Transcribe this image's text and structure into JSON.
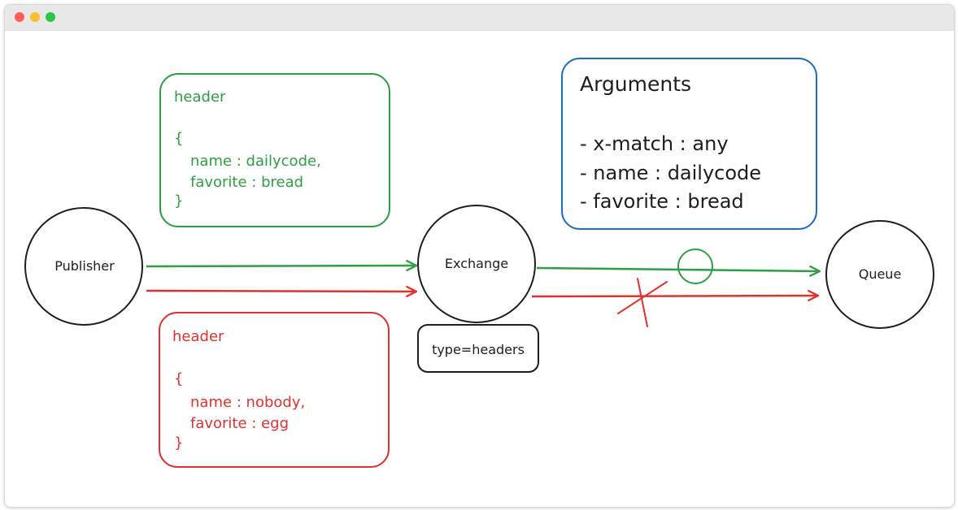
{
  "colors": {
    "green": "#2f9e44",
    "red": "#e03131",
    "blue": "#1971c2",
    "black": "#1e1e1e"
  },
  "window": {
    "controls": [
      "close",
      "minimize",
      "maximize"
    ]
  },
  "nodes": {
    "publisher": "Publisher",
    "exchange": "Exchange",
    "queue": "Queue",
    "exchange_type": "type=headers"
  },
  "green_header": {
    "title": "header",
    "open_brace": "{",
    "line1": "name : dailycode,",
    "line2": "favorite : bread",
    "close_brace": "}"
  },
  "red_header": {
    "title": "header",
    "open_brace": "{",
    "line1": "name : nobody,",
    "line2": "favorite : egg",
    "close_brace": "}"
  },
  "arguments": {
    "title": "Arguments",
    "item1": "- x-match : any",
    "item2": "- name : dailycode",
    "item3": "- favorite : bread"
  },
  "markers": {
    "match": "circle-icon",
    "no_match": "cross-icon"
  }
}
